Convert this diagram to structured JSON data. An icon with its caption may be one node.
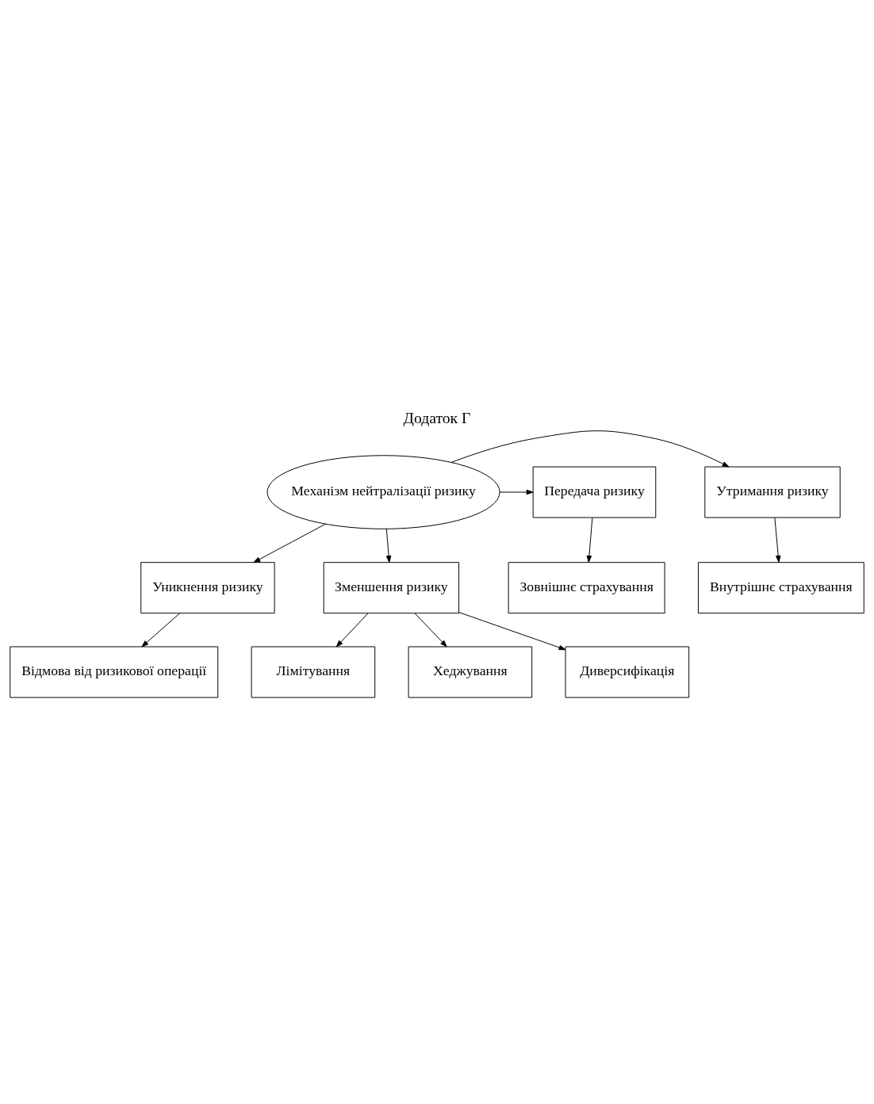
{
  "diagram": {
    "title": "Додаток Г",
    "nodes": [
      {
        "text": [
          "Відмова від ризикової операції"
        ]
      },
      {
        "text": [
          "Уникнення ризику"
        ]
      },
      {
        "text": [
          "Утримання ризику"
        ]
      },
      {
        "text": [
          "Механізм нейтралізації ризику"
        ]
      },
      {
        "text": [
          "Передача ризику"
        ]
      },
      {
        "text": [
          "Внутрішнє страхування"
        ]
      },
      {
        "text": [
          "Зовнішнє страхування"
        ]
      },
      {
        "text": [
          "Зменшення ризику"
        ]
      },
      {
        "text": [
          "Диверсифікація"
        ]
      },
      {
        "text": [
          "Лімітування"
        ]
      },
      {
        "text": [
          "Хеджування"
        ]
      }
    ],
    "edges": [
      {
        "from": 1,
        "to": 0,
        "arrow": "to"
      },
      {
        "from": 3,
        "to": 1,
        "arrow": "to"
      },
      {
        "from": 3,
        "to": 2,
        "arrow": "to"
      },
      {
        "from": 3,
        "to": 4,
        "arrow": "to"
      },
      {
        "from": 2,
        "to": 5,
        "arrow": "to"
      },
      {
        "from": 4,
        "to": 6,
        "arrow": "to"
      },
      {
        "from": 3,
        "to": 7,
        "arrow": "to"
      },
      {
        "from": 7,
        "to": 8,
        "arrow": "to"
      },
      {
        "from": 7,
        "to": 9,
        "arrow": "to"
      },
      {
        "from": 7,
        "to": 10,
        "arrow": "to"
      }
    ]
  }
}
